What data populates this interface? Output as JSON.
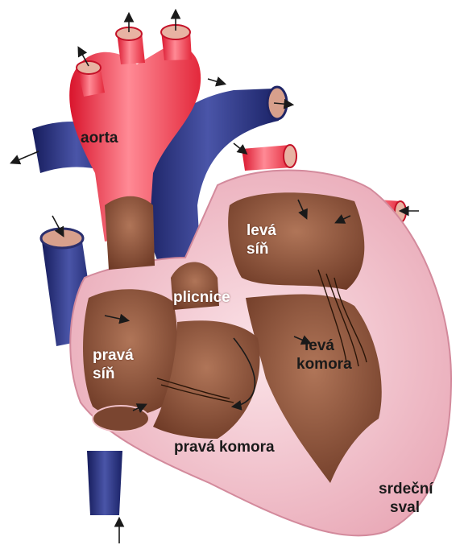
{
  "labels": {
    "aorta": "aorta",
    "leva_sin": [
      "levá",
      "síň"
    ],
    "plicnice": "plicnice",
    "prava_sin": [
      "pravá",
      "síň"
    ],
    "leva_komora": [
      "levá",
      "komora"
    ],
    "prava_komora": "pravá komora",
    "srdecni_sval": [
      "srdeční",
      "sval"
    ]
  },
  "colors": {
    "aorta_red": "#e8233a",
    "vena_blue": "#232c7a",
    "myocardium_pink": "#f2c2cc",
    "chamber_brown": "#7d4630",
    "cavity_brown": "#a0634a"
  },
  "icons": [
    "flow-arrow-icon"
  ]
}
